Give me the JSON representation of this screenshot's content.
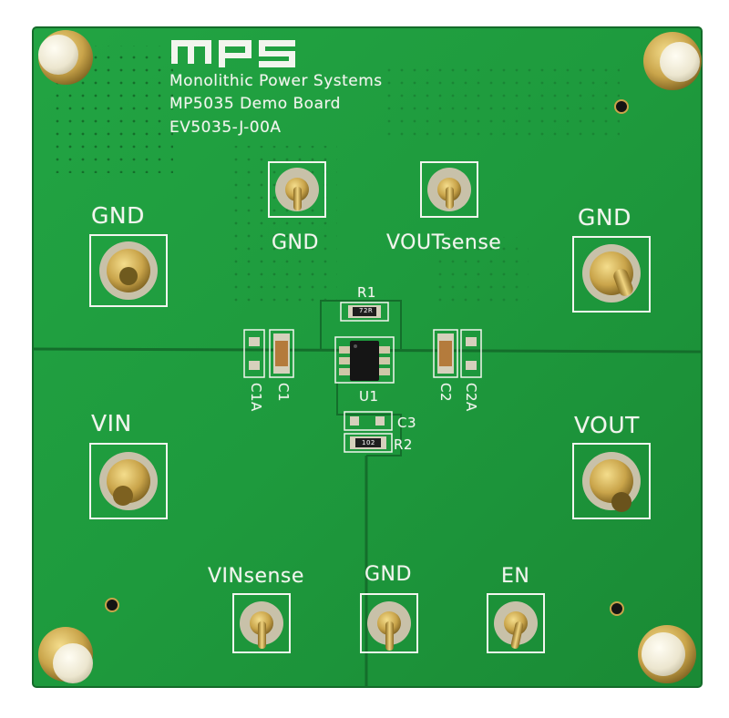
{
  "board": {
    "brand_logo": "MPS",
    "company": "Monolithic Power Systems",
    "title": "MP5035 Demo Board",
    "part_number": "EV5035-J-00A"
  },
  "labels": {
    "gnd_left": "GND",
    "gnd_top": "GND",
    "vout_sense": "VOUTsense",
    "gnd_right": "GND",
    "vin": "VIN",
    "vout": "VOUT",
    "vin_sense": "VINsense",
    "gnd_bottom": "GND",
    "en": "EN",
    "r1": "R1",
    "r2": "R2",
    "u1": "U1",
    "c1": "C1",
    "c1a": "C1A",
    "c2": "C2",
    "c2a": "C2A",
    "c3": "C3"
  },
  "component_markings": {
    "r1_code": "72R",
    "r2_code": "102"
  },
  "colors": {
    "pcb_green": "#1f9a3e",
    "silkscreen": "#f2f5ee",
    "gold": "#c9a44a"
  }
}
